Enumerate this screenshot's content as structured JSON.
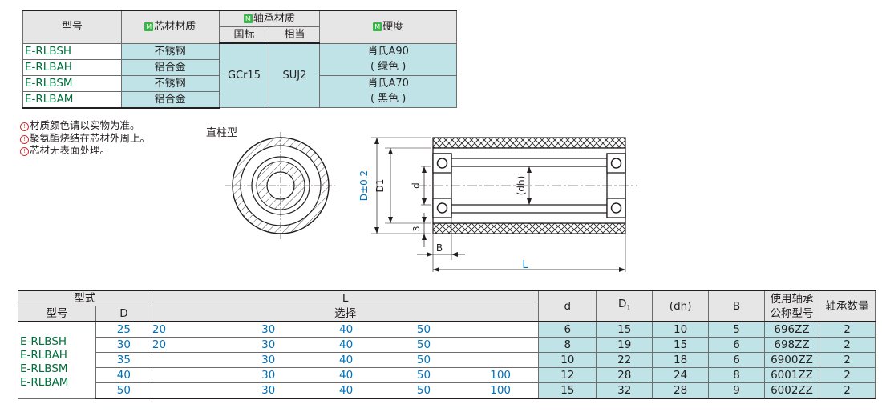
{
  "material_table": {
    "header_model": "型号",
    "header_core": "芯材材质",
    "header_bearing": "轴承材质",
    "header_std_cn": "国标",
    "header_std_eq": "相当",
    "header_hardness": "硬度",
    "mark_label": "M",
    "rows": [
      {
        "model": "E-RLBSH",
        "core": "不锈钢"
      },
      {
        "model": "E-RLBAH",
        "core": "铝合金"
      },
      {
        "model": "E-RLBSM",
        "core": "不锈钢"
      },
      {
        "model": "E-RLBAM",
        "core": "铝合金"
      }
    ],
    "bearing_cn": "GCr15",
    "bearing_eq": "SUJ2",
    "hardness_1": "肖氏A90",
    "hardness_1_color": "( 绿色 )",
    "hardness_2": "肖氏A70",
    "hardness_2_color": "( 黑色 )"
  },
  "notes": [
    "材质颜色请以实物为准。",
    "聚氨酯烧结在芯材外周上。",
    "芯材无表面处理。"
  ],
  "note_icon": "!",
  "shape_title": "直柱型",
  "drawing_labels": {
    "D_tol": "D±0.2",
    "D1": "D1",
    "d": "d",
    "dh": "(dh)",
    "three": "3",
    "B": "B",
    "L": "L"
  },
  "dim_table": {
    "header_type": "型式",
    "header_model": "型号",
    "header_D": "D",
    "header_L": "L",
    "header_select": "选择",
    "header_d": "d",
    "header_D1": "D",
    "header_D1_sub": "1",
    "header_dh": "(dh)",
    "header_B": "B",
    "header_bearing_model_1": "使用轴承",
    "header_bearing_model_2": "公称型号",
    "header_bearing_qty": "轴承数量",
    "models": [
      "E-RLBSH",
      "E-RLBAH",
      "E-RLBSM",
      "E-RLBAM"
    ],
    "rows": [
      {
        "D": "25",
        "L": [
          "20",
          "30",
          "40",
          "50",
          ""
        ],
        "d": "6",
        "D1": "15",
        "dh": "10",
        "B": "5",
        "bearing": "696ZZ",
        "qty": "2"
      },
      {
        "D": "30",
        "L": [
          "20",
          "30",
          "40",
          "50",
          ""
        ],
        "d": "8",
        "D1": "19",
        "dh": "15",
        "B": "6",
        "bearing": "698ZZ",
        "qty": "2"
      },
      {
        "D": "35",
        "L": [
          "",
          "30",
          "40",
          "50",
          ""
        ],
        "d": "10",
        "D1": "22",
        "dh": "18",
        "B": "6",
        "bearing": "6900ZZ",
        "qty": "2"
      },
      {
        "D": "40",
        "L": [
          "",
          "30",
          "40",
          "50",
          "100"
        ],
        "d": "12",
        "D1": "28",
        "dh": "24",
        "B": "8",
        "bearing": "6001ZZ",
        "qty": "2"
      },
      {
        "D": "50",
        "L": [
          "",
          "30",
          "40",
          "50",
          "100"
        ],
        "d": "15",
        "D1": "32",
        "dh": "28",
        "B": "9",
        "bearing": "6002ZZ",
        "qty": "2"
      }
    ]
  },
  "colors": {
    "model_green": "#00703c",
    "value_blue": "#0072bc",
    "cyan_fill": "#bfe3e6",
    "mark_green": "#39b54a",
    "note_red": "#d0312d"
  }
}
